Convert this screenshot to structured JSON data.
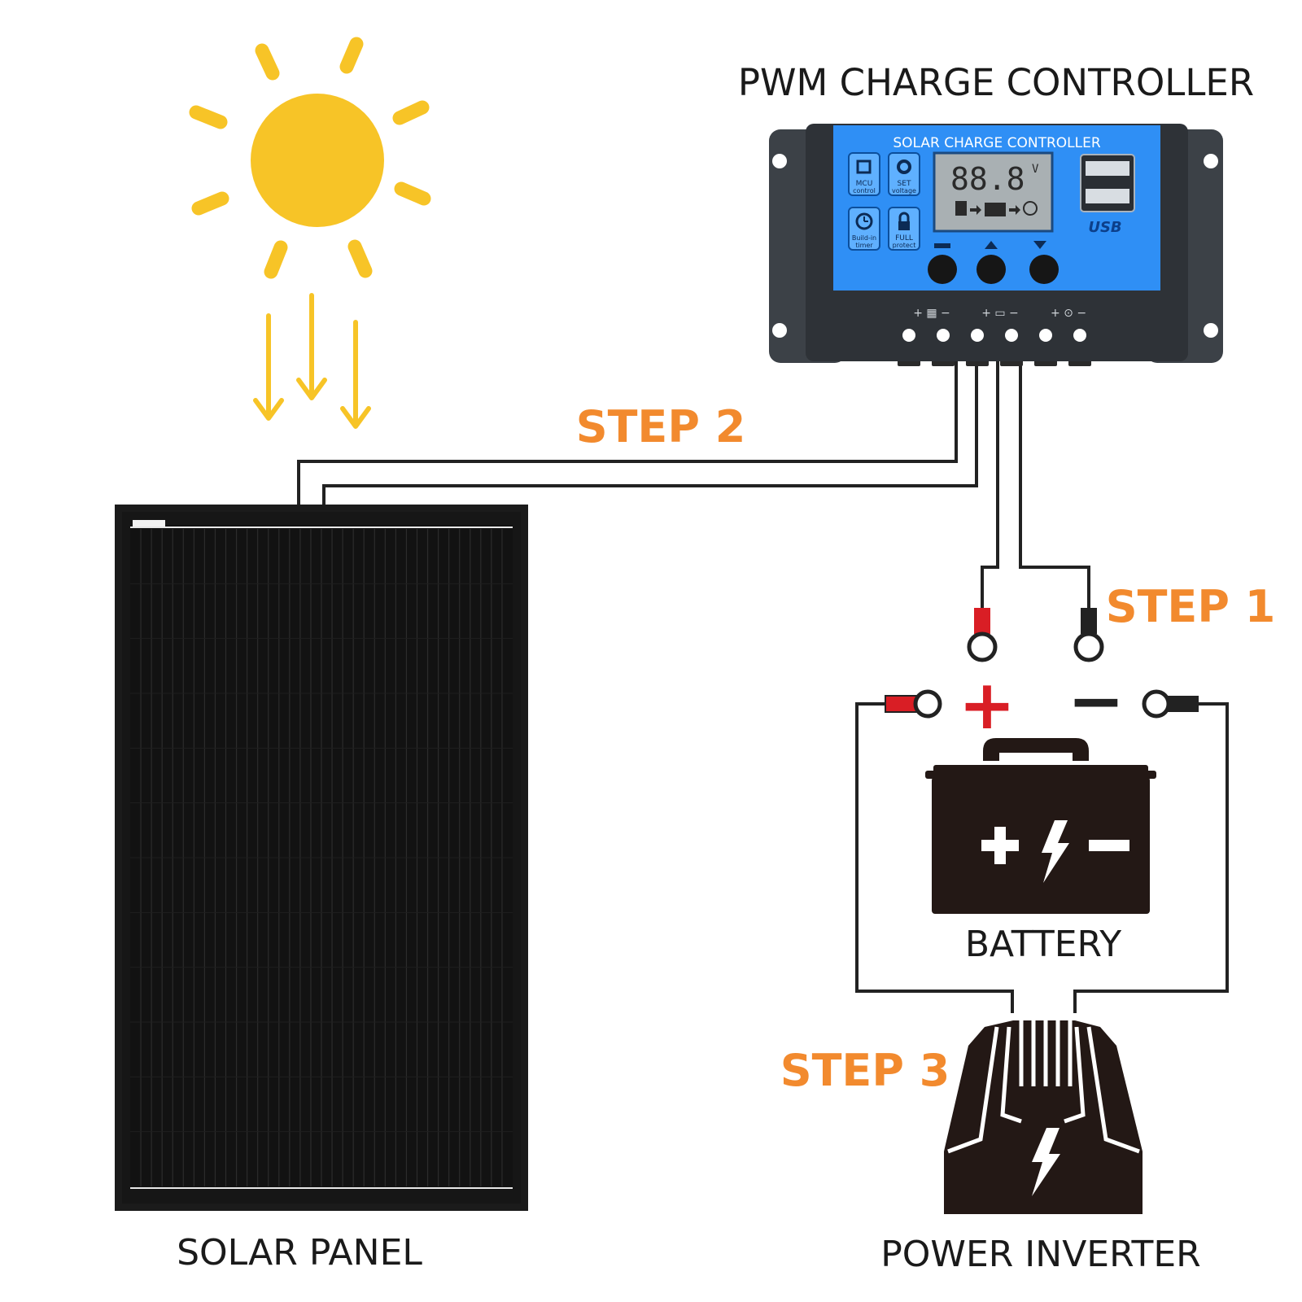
{
  "labels": {
    "controller_title": "PWM CHARGE CONTROLLER",
    "solar_panel": "SOLAR PANEL",
    "battery": "BATTERY",
    "power_inverter": "POWER INVERTER"
  },
  "steps": {
    "step1": "STEP 1",
    "step2": "STEP 2",
    "step3": "STEP 3"
  },
  "controller": {
    "panel_title": "SOLAR CHARGE CONTROLLER",
    "lcd_reading": "88.8",
    "lcd_unit": "V",
    "buttons": [
      {
        "line1": "MCU",
        "line2": "control"
      },
      {
        "line1": "SET",
        "line2": "voltage"
      },
      {
        "line1": "Build-in",
        "line2": "timer"
      },
      {
        "line1": "FULL",
        "line2": "protect"
      }
    ],
    "usb_label": "USB"
  },
  "terminals": {
    "plus": "+",
    "minus": "−"
  },
  "colors": {
    "sun": "#f7c427",
    "step": "#f28a2e",
    "controller_blue": "#2f8ff5",
    "wire": "#222222",
    "red_connector": "#d91e25",
    "icon_dark": "#231815"
  }
}
